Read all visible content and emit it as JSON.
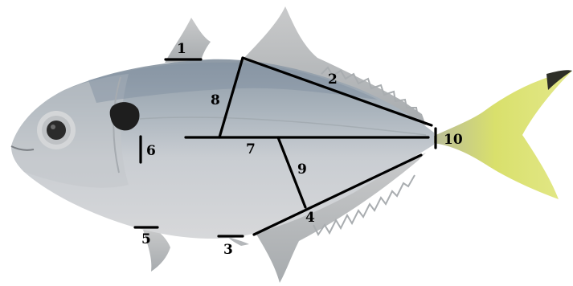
{
  "figure": {
    "subject": "fish",
    "labels": {
      "m1": "1",
      "m2": "2",
      "m3": "3",
      "m4": "4",
      "m5": "5",
      "m6": "6",
      "m7": "7",
      "m8": "8",
      "m9": "9",
      "m10": "10"
    },
    "colors": {
      "background": "#ffffff",
      "back": "#8c98a4",
      "belly": "#d9dbde",
      "body": "#b8bec6",
      "fins": "#bfc2c4",
      "tail": "#d8df6a",
      "tail_tip": "#2e2f28",
      "eye": "#2b2b2b",
      "opercular_spot": "#1e1e1e",
      "lines": "#000000"
    }
  }
}
